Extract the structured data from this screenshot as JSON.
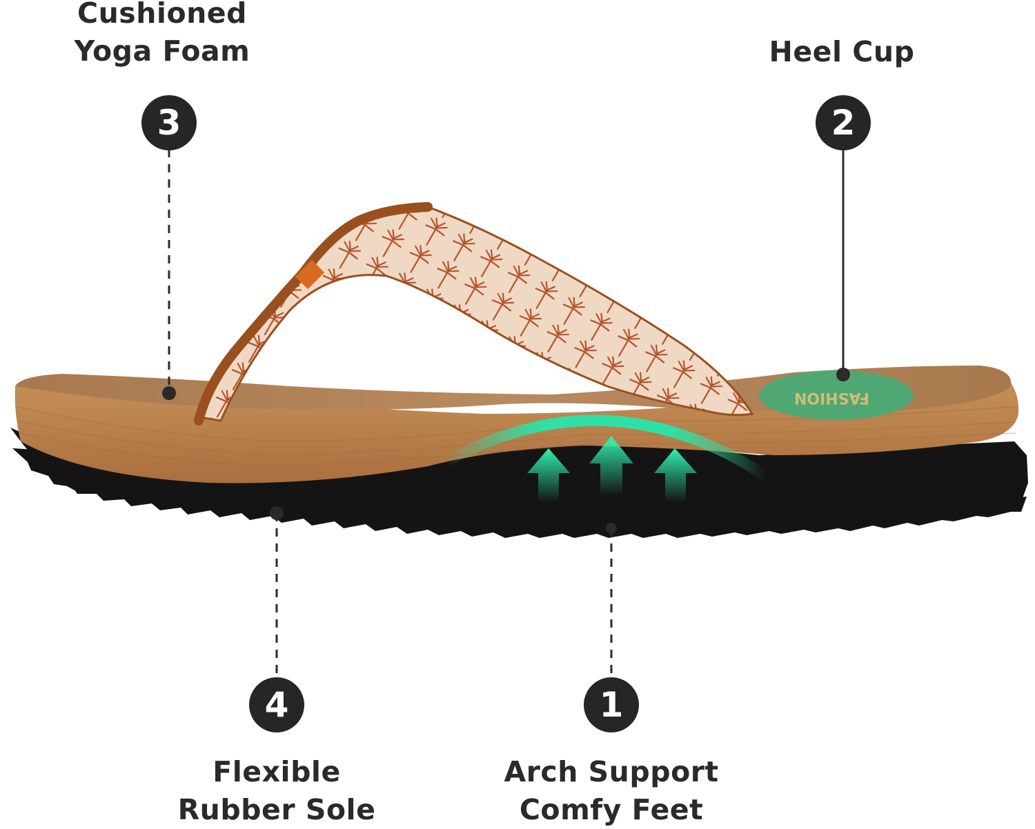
{
  "callouts": [
    {
      "number": "3",
      "lines": [
        "Cushioned",
        "Yoga Foam"
      ]
    },
    {
      "number": "2",
      "lines": [
        "Heel Cup"
      ]
    },
    {
      "number": "4",
      "lines": [
        "Flexible",
        "Rubber Sole"
      ]
    },
    {
      "number": "1",
      "lines": [
        "Arch Support",
        "Comfy Feet"
      ]
    }
  ],
  "colors": {
    "footbed": "#b3845a",
    "footbed_side": "#c08a53",
    "outsole": "#141414",
    "strap_base": "#efd9c4",
    "strap_print": "#b5502a",
    "strap_binding": "#9a4f1f",
    "heel_pad": "#4fa873",
    "arch_arrow": "#2fe0a6",
    "badge": "#262626"
  },
  "icons": {
    "arch_support": "up-arrow-icon"
  }
}
